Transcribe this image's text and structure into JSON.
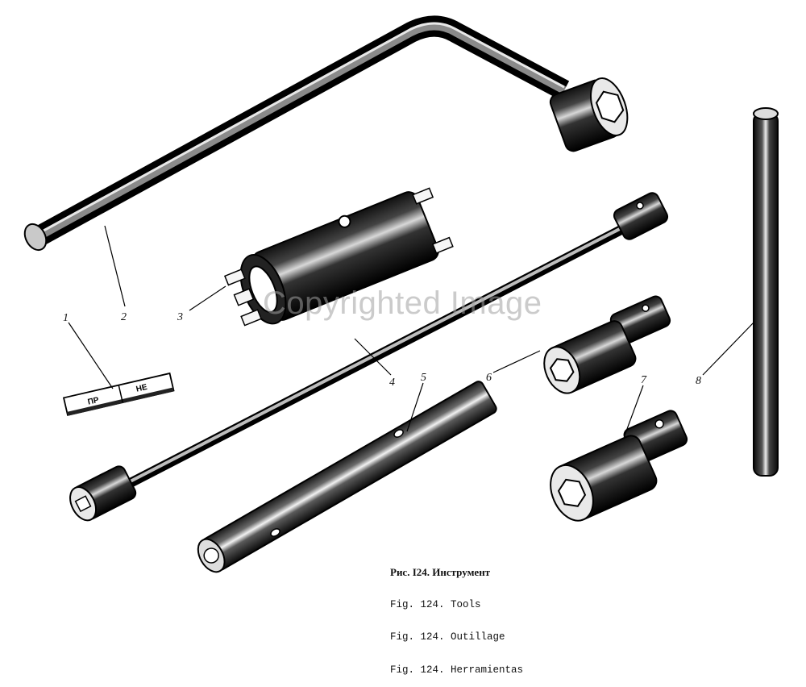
{
  "figure": {
    "callouts": [
      "1",
      "2",
      "3",
      "4",
      "5",
      "6",
      "7",
      "8"
    ],
    "gauge_marks": [
      "ПР",
      "НЕ"
    ],
    "caption_lines": [
      "Рис. I24. Инструмент",
      "Fig. 124. Tools",
      "Fig. 124. Outillage",
      "Fig. 124. Herramientas"
    ]
  },
  "watermark": "Copyrighted Image",
  "colors": {
    "ink": "#111111",
    "paper": "#ffffff"
  }
}
